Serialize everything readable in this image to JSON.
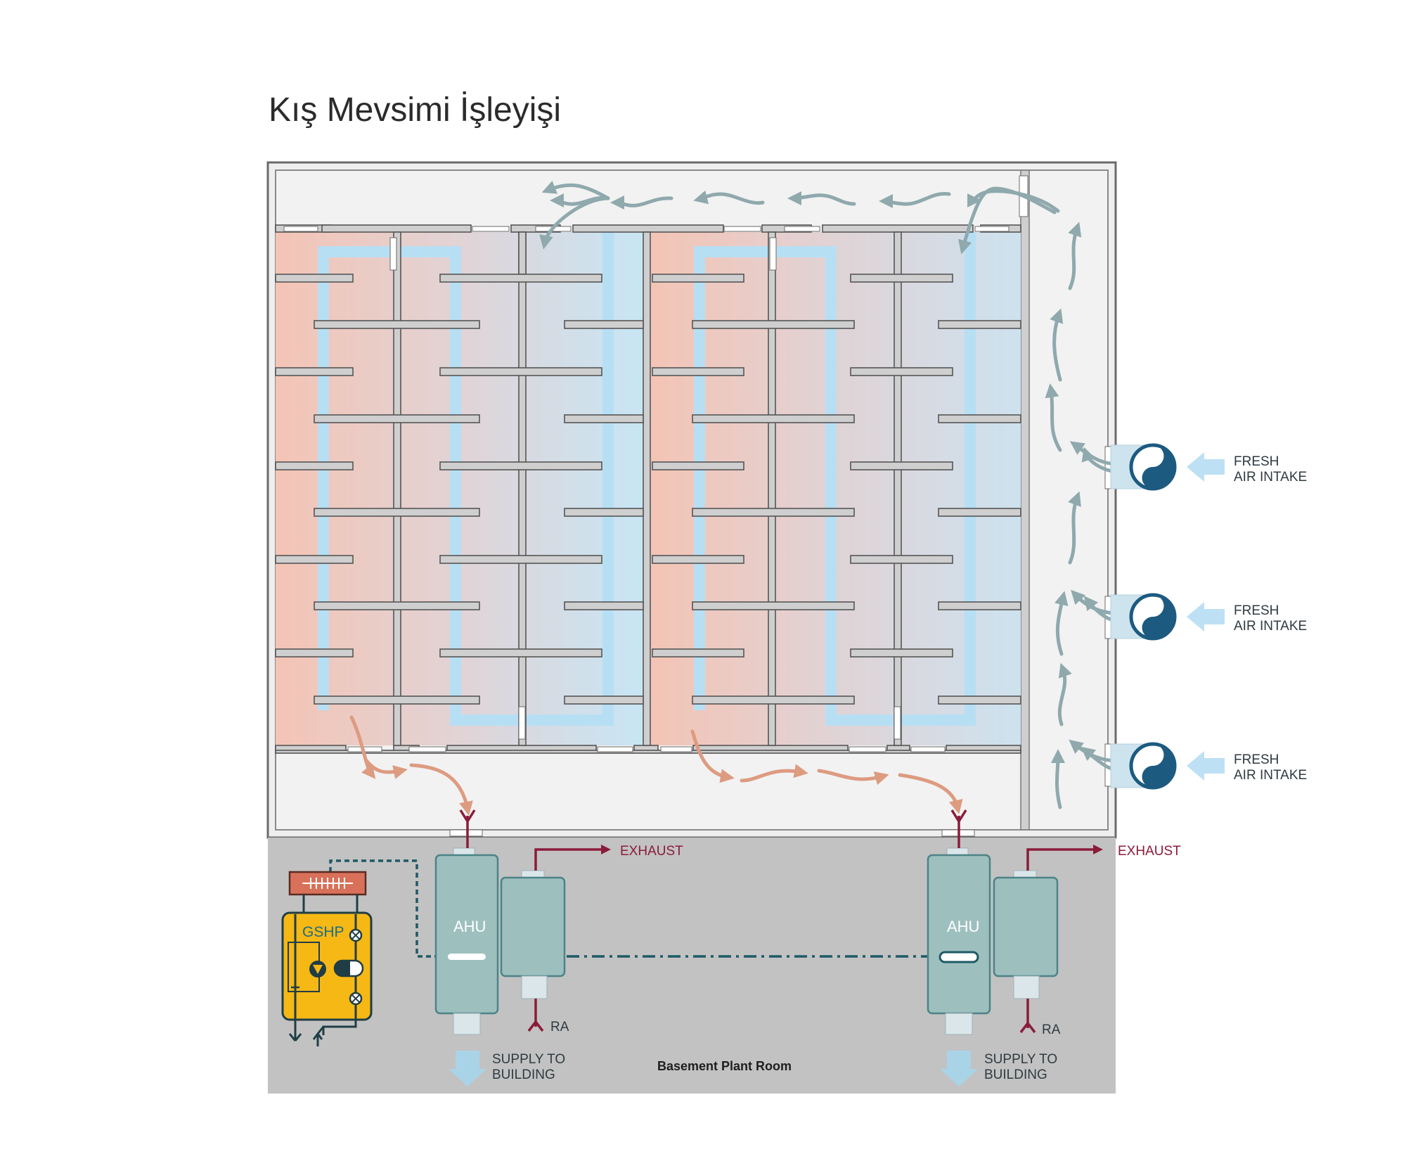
{
  "title": "Kış Mevsimi İşleyişi",
  "intakes": [
    {
      "line1": "FRESH",
      "line2": "AIR INTAKE"
    },
    {
      "line1": "FRESH",
      "line2": "AIR INTAKE"
    },
    {
      "line1": "FRESH",
      "line2": "AIR INTAKE"
    }
  ],
  "plant_room": {
    "label": "Basement Plant Room",
    "gshp_label": "GSHP",
    "units": [
      {
        "ahu_label": "AHU",
        "exhaust_label": "EXHAUST",
        "ra_label": "RA",
        "supply_line1": "SUPPLY TO",
        "supply_line2": "BUILDING"
      },
      {
        "ahu_label": "AHU",
        "exhaust_label": "EXHAUST",
        "ra_label": "RA",
        "supply_line1": "SUPPLY TO",
        "supply_line2": "BUILDING"
      }
    ]
  },
  "colors": {
    "warm_zone": "#f4c5b6",
    "cool_zone": "#c6e6f6",
    "neutral_zone": "#d9dde3",
    "wall": "#cfcfcf",
    "plant_room": "#c2c2c2",
    "ahu": "#9dc0bf",
    "gshp": "#f6b815",
    "exhaust": "#8a1c3a",
    "fan": "#1d5a80",
    "grey_flow": "#8fa9ad",
    "warm_flow": "#dd9b80"
  },
  "icons": [
    "fan-icon",
    "intake-arrow-icon",
    "exhaust-arrow-icon",
    "supply-arrow-icon",
    "heat-exchanger-icon",
    "pump-icon",
    "valve-icon"
  ]
}
